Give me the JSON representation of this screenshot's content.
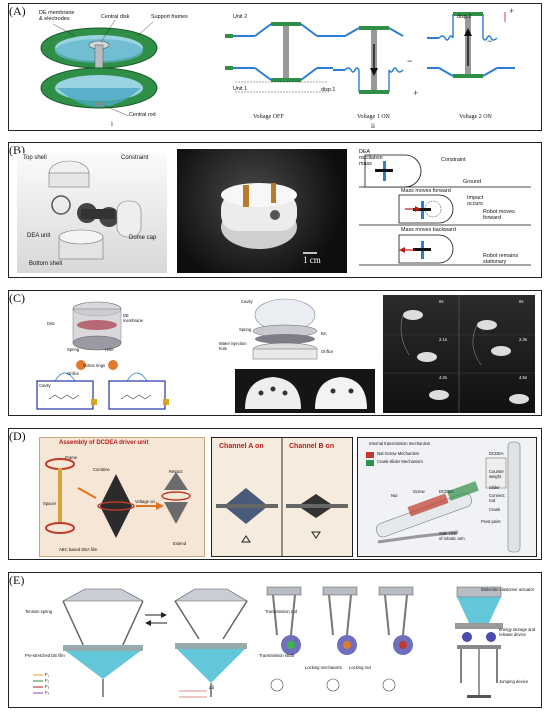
{
  "panels": {
    "A": {
      "tag": "(A)",
      "left_labels": {
        "membrane": "DE membrane\n& electrodes",
        "central_disk": "Central disk",
        "support_frames": "Support frames",
        "central_rod": "Central rod",
        "sub": "i"
      },
      "right_labels": {
        "unit2": "Unit 2",
        "unit1": "Unit 1",
        "disp1": "disp.1",
        "disp2": "disp.2",
        "v_off": "Voltage OFF",
        "v1": "Voltage 1 ON",
        "v2": "Voltage 2 ON",
        "sub": "ii",
        "plus": "+",
        "minus": "−"
      }
    },
    "B": {
      "tag": "(B)",
      "labels": {
        "top_shell": "Top shell",
        "constraint": "Constraint",
        "dea_unit": "DEA unit",
        "dome_cap": "Dome cap",
        "bottom_shell": "Bottom shell",
        "scale": "1 cm",
        "osc": "DEA\noscillation\nmass",
        "constraint2": "Constraint",
        "ground": "Ground",
        "mass_fwd": "Mass moves forward",
        "impact": "Impact\noccurs",
        "robot_fwd": "Robot moves\nforward",
        "mass_back": "Mass moves backward",
        "robot_stat": "Robot remains\nstationary"
      }
    },
    "C": {
      "tag": "(C)",
      "labels": {
        "de_membrane": "DE\nmembrane",
        "disc": "Disc",
        "spring": "Spring",
        "hole": "Hole",
        "vortex": "Vortex rings",
        "orifice": "Orifice",
        "cavity": "Cavity",
        "cavity2": "Cavity",
        "spring2": "Spring",
        "orifice2": "Orifice",
        "ba": "BA",
        "water_inj": "Water injection\nhole",
        "times": [
          "0s",
          "0s",
          "2.1s",
          "2.3s",
          "4.2s",
          "4.5s"
        ]
      }
    },
    "D": {
      "tag": "(D)",
      "labels": {
        "assembly": "Assembly of DCDEA driver unit",
        "frame": "Frame",
        "combine": "Combine",
        "spacer": "Spacer",
        "voltage_on": "Voltage on",
        "retract": "Retract",
        "extend": "Extend",
        "abc": "ABC based DEA film",
        "chan_a": "Channel A on",
        "chan_b": "Channel B on",
        "itm": "Internal transmission mechanism",
        "nut_screw": "Nut-Screw Mechanism",
        "crank": "Crank-Slider Mechanism",
        "dcdea": "DCDEA",
        "counter": "Counter\nweight",
        "slider": "Slider",
        "connect": "Connect\nrod",
        "crank2": "Crank",
        "nut": "Nut",
        "screw": "Screw",
        "dcdea2": "DCDEA",
        "pivot": "Pivot point",
        "side_view": "Side view\nof robotic arm"
      }
    },
    "E": {
      "tag": "(E)",
      "labels": {
        "tension_spring": "Tension spring",
        "prestretched": "Pre-stretched DE film",
        "delta": "Δδ",
        "legend": [
          "F₁",
          "F₂",
          "F₃",
          "F₄"
        ],
        "transmission_rod": "Transmission rod",
        "transmission_shaft": "Transmission shaft",
        "loading": "Locking mechanism",
        "locking_rod": "Locking rod",
        "de_actuator": "Dielectric elastomer actuator",
        "energy": "energy storage and\nrelease device",
        "jumping": "Jumping device"
      }
    }
  },
  "colors": {
    "green": "#1f8a3b",
    "teal": "#35b3c9",
    "blue_film": "#2a7fd4",
    "red": "#c0392b",
    "orange": "#e08a1e"
  }
}
